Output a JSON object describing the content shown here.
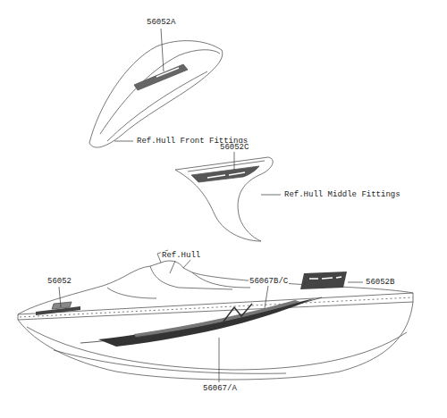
{
  "diagram": {
    "labels": [
      "56052A",
      "Ref.Hull Front Fittings",
      "56052C",
      "Ref.Hull Middle Fittings",
      "Ref.Hull",
      "56052",
      "56067B/C",
      "56052B",
      "56067/A"
    ]
  }
}
